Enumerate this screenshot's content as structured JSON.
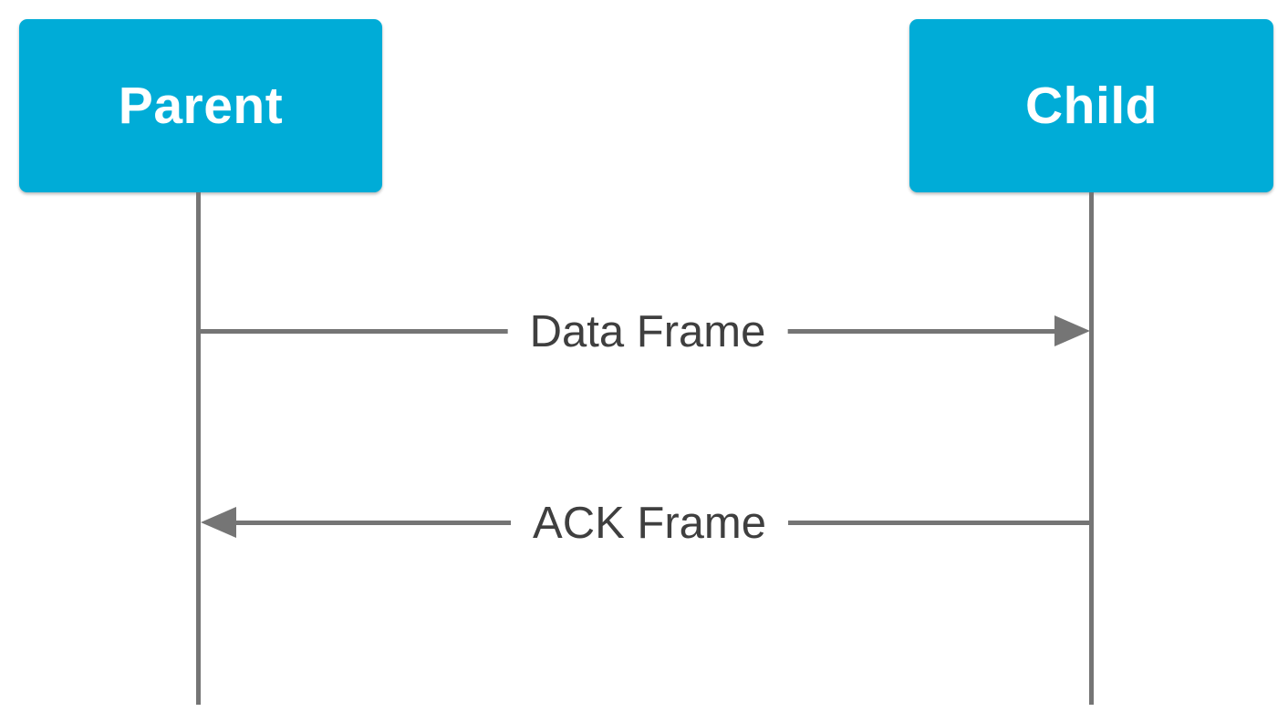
{
  "diagram_type": "sequence-diagram",
  "actors": [
    {
      "label": "Parent"
    },
    {
      "label": "Child"
    }
  ],
  "messages": [
    {
      "label": "Data Frame",
      "from": "Parent",
      "to": "Child",
      "direction": "right"
    },
    {
      "label": "ACK Frame",
      "from": "Child",
      "to": "Parent",
      "direction": "left"
    }
  ],
  "colors": {
    "actor-fill": "#00ACD7",
    "actor-text": "#FFFFFF",
    "line": "#757575",
    "message-text": "#3F3F3F",
    "background": "#FFFFFF"
  }
}
